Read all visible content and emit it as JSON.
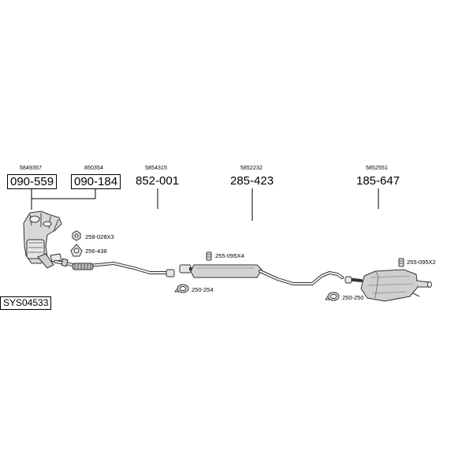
{
  "parts": [
    {
      "oem": "5849357",
      "number": "090-559"
    },
    {
      "oem": "850354",
      "number": "090-184"
    },
    {
      "oem": "5854315",
      "number": "852-001"
    },
    {
      "oem": "5852232",
      "number": "285-423"
    },
    {
      "oem": "5852551",
      "number": "185-647"
    }
  ],
  "accessories": [
    {
      "label": "258-028X3",
      "icon": "nut-icon"
    },
    {
      "label": "256-438",
      "icon": "gasket-icon"
    },
    {
      "label": "255-095X4",
      "icon": "rubber-mount-icon"
    },
    {
      "label": "250-254",
      "icon": "clamp-icon"
    },
    {
      "label": "250-250",
      "icon": "clamp-icon"
    },
    {
      "label": "255-095X2",
      "icon": "rubber-mount-icon"
    }
  ],
  "system_code": "SYS04533"
}
